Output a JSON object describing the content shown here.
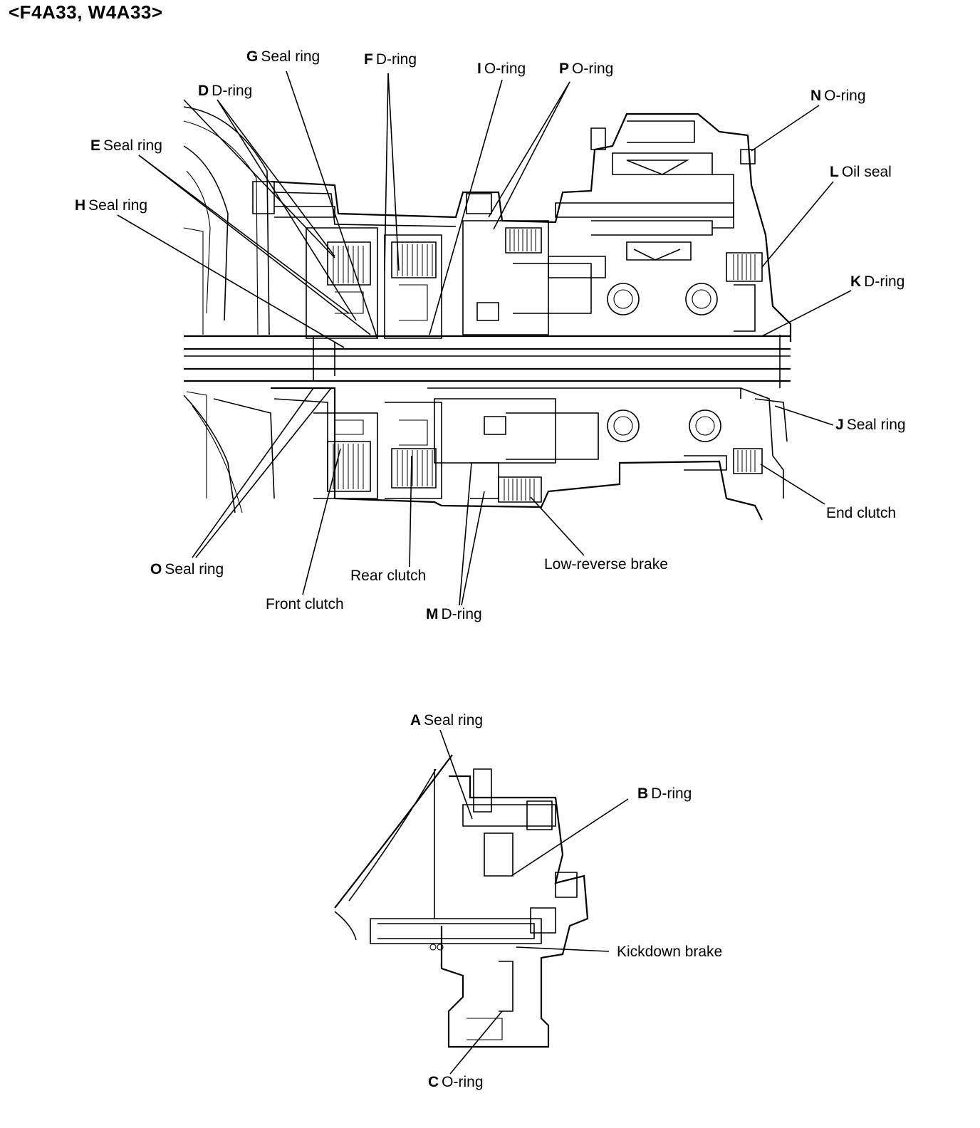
{
  "heading": "<F4A33,  W4A33>",
  "labels": {
    "G": {
      "letter": "G",
      "text": "Seal ring"
    },
    "F": {
      "letter": "F",
      "text": "D-ring"
    },
    "I": {
      "letter": "I",
      "text": "O-ring"
    },
    "P": {
      "letter": "P",
      "text": "O-ring"
    },
    "D": {
      "letter": "D",
      "text": "D-ring"
    },
    "N": {
      "letter": "N",
      "text": "O-ring"
    },
    "E": {
      "letter": "E",
      "text": "Seal ring"
    },
    "L": {
      "letter": "L",
      "text": "Oil seal"
    },
    "H": {
      "letter": "H",
      "text": "Seal ring"
    },
    "K": {
      "letter": "K",
      "text": "D-ring"
    },
    "J": {
      "letter": "J",
      "text": "Seal ring"
    },
    "O": {
      "letter": "O",
      "text": "Seal ring"
    },
    "M": {
      "letter": "M",
      "text": "D-ring"
    },
    "A": {
      "letter": "A",
      "text": "Seal ring"
    },
    "B": {
      "letter": "B",
      "text": "D-ring"
    },
    "C": {
      "letter": "C",
      "text": "O-ring"
    }
  },
  "components": {
    "end_clutch": "End clutch",
    "low_reverse_brake": "Low-reverse brake",
    "rear_clutch": "Rear clutch",
    "front_clutch": "Front clutch",
    "kickdown_brake": "Kickdown brake"
  }
}
